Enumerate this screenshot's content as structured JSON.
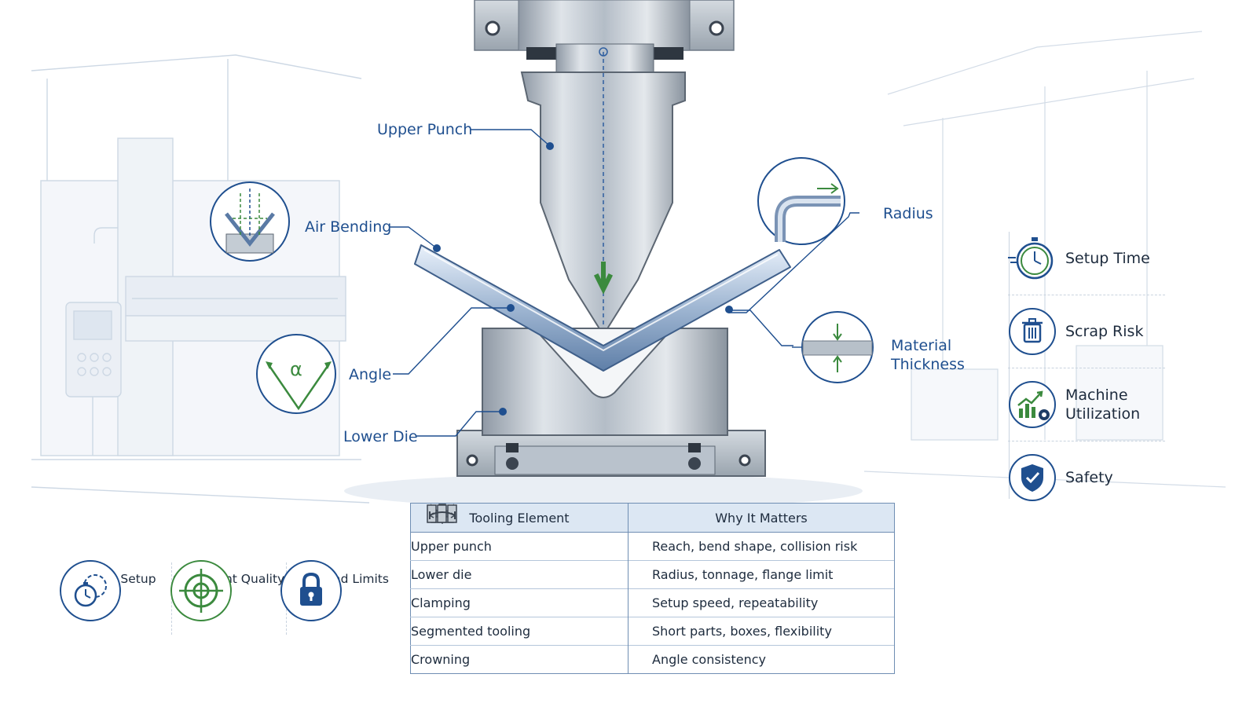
{
  "callouts": {
    "upper_punch": "Upper Punch",
    "air_bending": "Air Bending",
    "angle": "Angle",
    "lower_die": "Lower Die",
    "radius": "Radius",
    "material_thickness": "Material\nThickness",
    "angle_symbol": "α"
  },
  "side_benefits": [
    {
      "icon": "stopwatch-icon",
      "label": "Setup Time"
    },
    {
      "icon": "trash-icon",
      "label": "Scrap Risk"
    },
    {
      "icon": "growth-chart-gear-icon",
      "label": "Machine Utilization"
    },
    {
      "icon": "shield-check-icon",
      "label": "Safety"
    }
  ],
  "bottom_benefits": [
    {
      "icon": "gear-stopwatch-icon",
      "label": "Faster Setup"
    },
    {
      "icon": "target-icon",
      "label": "Consistent Quality"
    },
    {
      "icon": "padlock-icon",
      "label": "Safe Load Limits"
    }
  ],
  "table": {
    "headers": [
      "Tooling Element",
      "Why It Matters"
    ],
    "rows": [
      {
        "icon": "punch-icon",
        "element": "Upper punch",
        "why": "Reach, bend shape, collision risk"
      },
      {
        "icon": "die-icon",
        "element": "Lower die",
        "why": "Radius, tonnage, flange limit"
      },
      {
        "icon": "clamp-icon",
        "element": "Clamping",
        "why": "Setup speed, repeatability"
      },
      {
        "icon": "segments-icon",
        "element": "Segmented tooling",
        "why": "Short parts, boxes, flexibility"
      },
      {
        "icon": "crowning-icon",
        "element": "Crowning",
        "why": "Angle consistency"
      }
    ]
  },
  "colors": {
    "navy": "#1f4f8f",
    "green": "#3b8a3e",
    "steel": "#b9c2cc",
    "line": "#6f8eb3"
  }
}
